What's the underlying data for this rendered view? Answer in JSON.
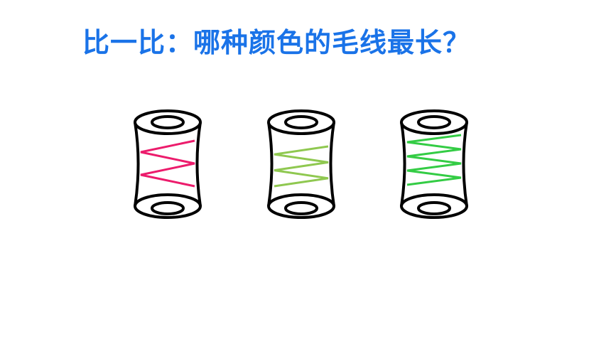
{
  "title": "比一比：哪种颜色的毛线最长？",
  "colors": {
    "title": "#1a73e8",
    "outline": "#000000"
  },
  "spools": [
    {
      "yarn_color": "#ec1c6c",
      "zigzag_passes": 4
    },
    {
      "yarn_color": "#8fc850",
      "zigzag_passes": 5
    },
    {
      "yarn_color": "#33cc44",
      "zigzag_passes": 7
    }
  ]
}
